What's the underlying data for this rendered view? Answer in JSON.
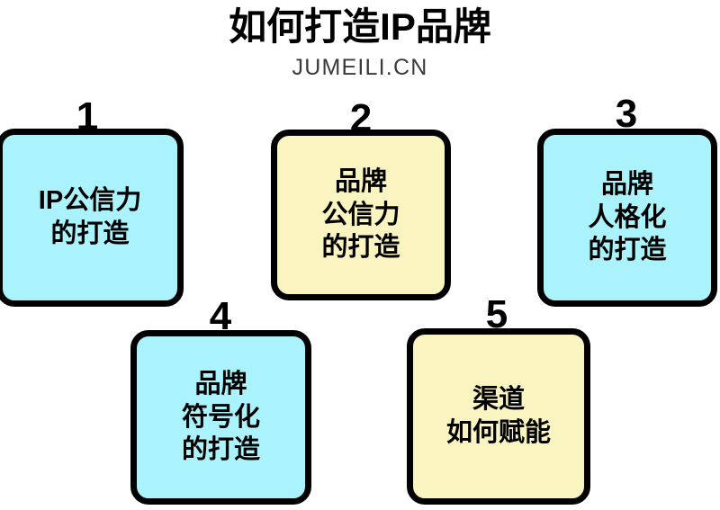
{
  "header": {
    "title": "如何打造IP品牌",
    "subtitle": "JUMEILI.CN"
  },
  "colors": {
    "cyan": "#AAF3FC",
    "yellow": "#FAF4C0",
    "outline": "#000000",
    "background": "#FFFFFF",
    "text": "#000000"
  },
  "cards": [
    {
      "number": "1",
      "text": "IP公信力\n的打造",
      "fill": "#AAF3FC",
      "row": "top"
    },
    {
      "number": "2",
      "text": "品牌\n公信力\n的打造",
      "fill": "#FAF4C0",
      "row": "top"
    },
    {
      "number": "3",
      "text": "品牌\n人格化\n的打造",
      "fill": "#AAF3FC",
      "row": "top"
    },
    {
      "number": "4",
      "text": "品牌\n符号化\n的打造",
      "fill": "#AAF3FC",
      "row": "bottom"
    },
    {
      "number": "5",
      "text": "渠道\n如何赋能",
      "fill": "#FAF4C0",
      "row": "bottom"
    }
  ]
}
